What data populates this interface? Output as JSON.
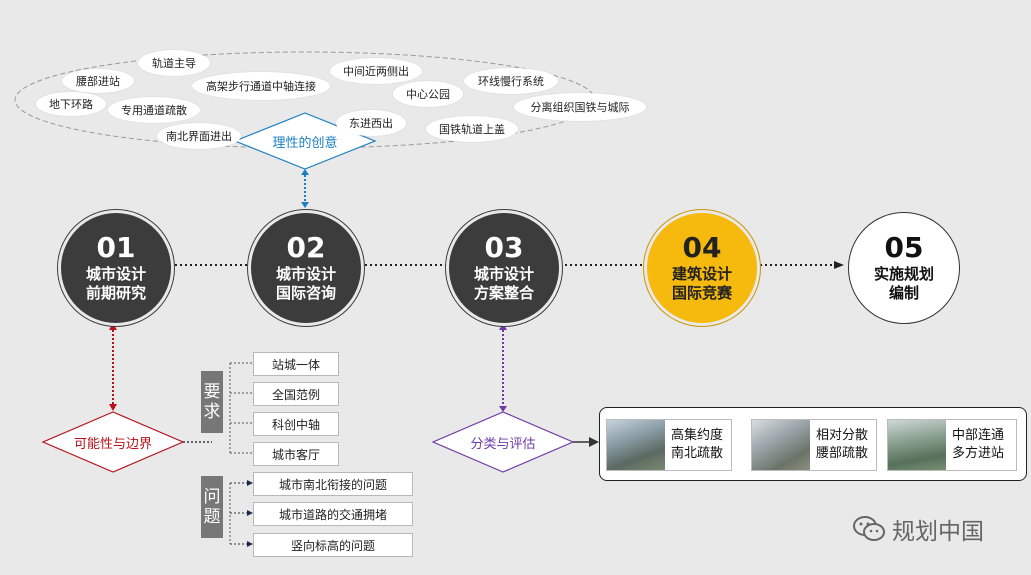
{
  "cloud_words": [
    "轨道主导",
    "腰部进站",
    "高架步行通道中轴连接",
    "中间近两侧出",
    "环线慢行系统",
    "地下环路",
    "专用通道疏散",
    "中心公园",
    "分离组织国铁与城际",
    "南北界面进出",
    "东进西出",
    "国铁轨道上盖"
  ],
  "top_diamond": "理性的创意",
  "steps": [
    {
      "num": "01",
      "line1": "城市设计",
      "line2": "前期研究"
    },
    {
      "num": "02",
      "line1": "城市设计",
      "line2": "国际咨询"
    },
    {
      "num": "03",
      "line1": "城市设计",
      "line2": "方案整合"
    },
    {
      "num": "04",
      "line1": "建筑设计",
      "line2": "国际竞赛"
    },
    {
      "num": "05",
      "line1": "实施规划",
      "line2": "编制"
    }
  ],
  "left_diamond": "可能性与边界",
  "mid_diamond": "分类与评估",
  "req_label": [
    "要",
    "求"
  ],
  "req_items": [
    "站城一体",
    "全国范例",
    "科创中轴",
    "城市客厅"
  ],
  "prob_label": [
    "问",
    "题"
  ],
  "prob_items": [
    "城市南北衔接的问题",
    "城市道路的交通拥堵",
    "竖向标高的问题"
  ],
  "cards": [
    {
      "line1": "高集约度",
      "line2": "南北疏散"
    },
    {
      "line1": "相对分散",
      "line2": "腰部疏散"
    },
    {
      "line1": "中部连通",
      "line2": "多方进站"
    }
  ],
  "brand": "规划中国",
  "colors": {
    "dark": "#3c3c3c",
    "gold": "#f6b90d",
    "blue": "#1a7fc1",
    "red": "#b5121b",
    "purple": "#6f3aa8"
  }
}
